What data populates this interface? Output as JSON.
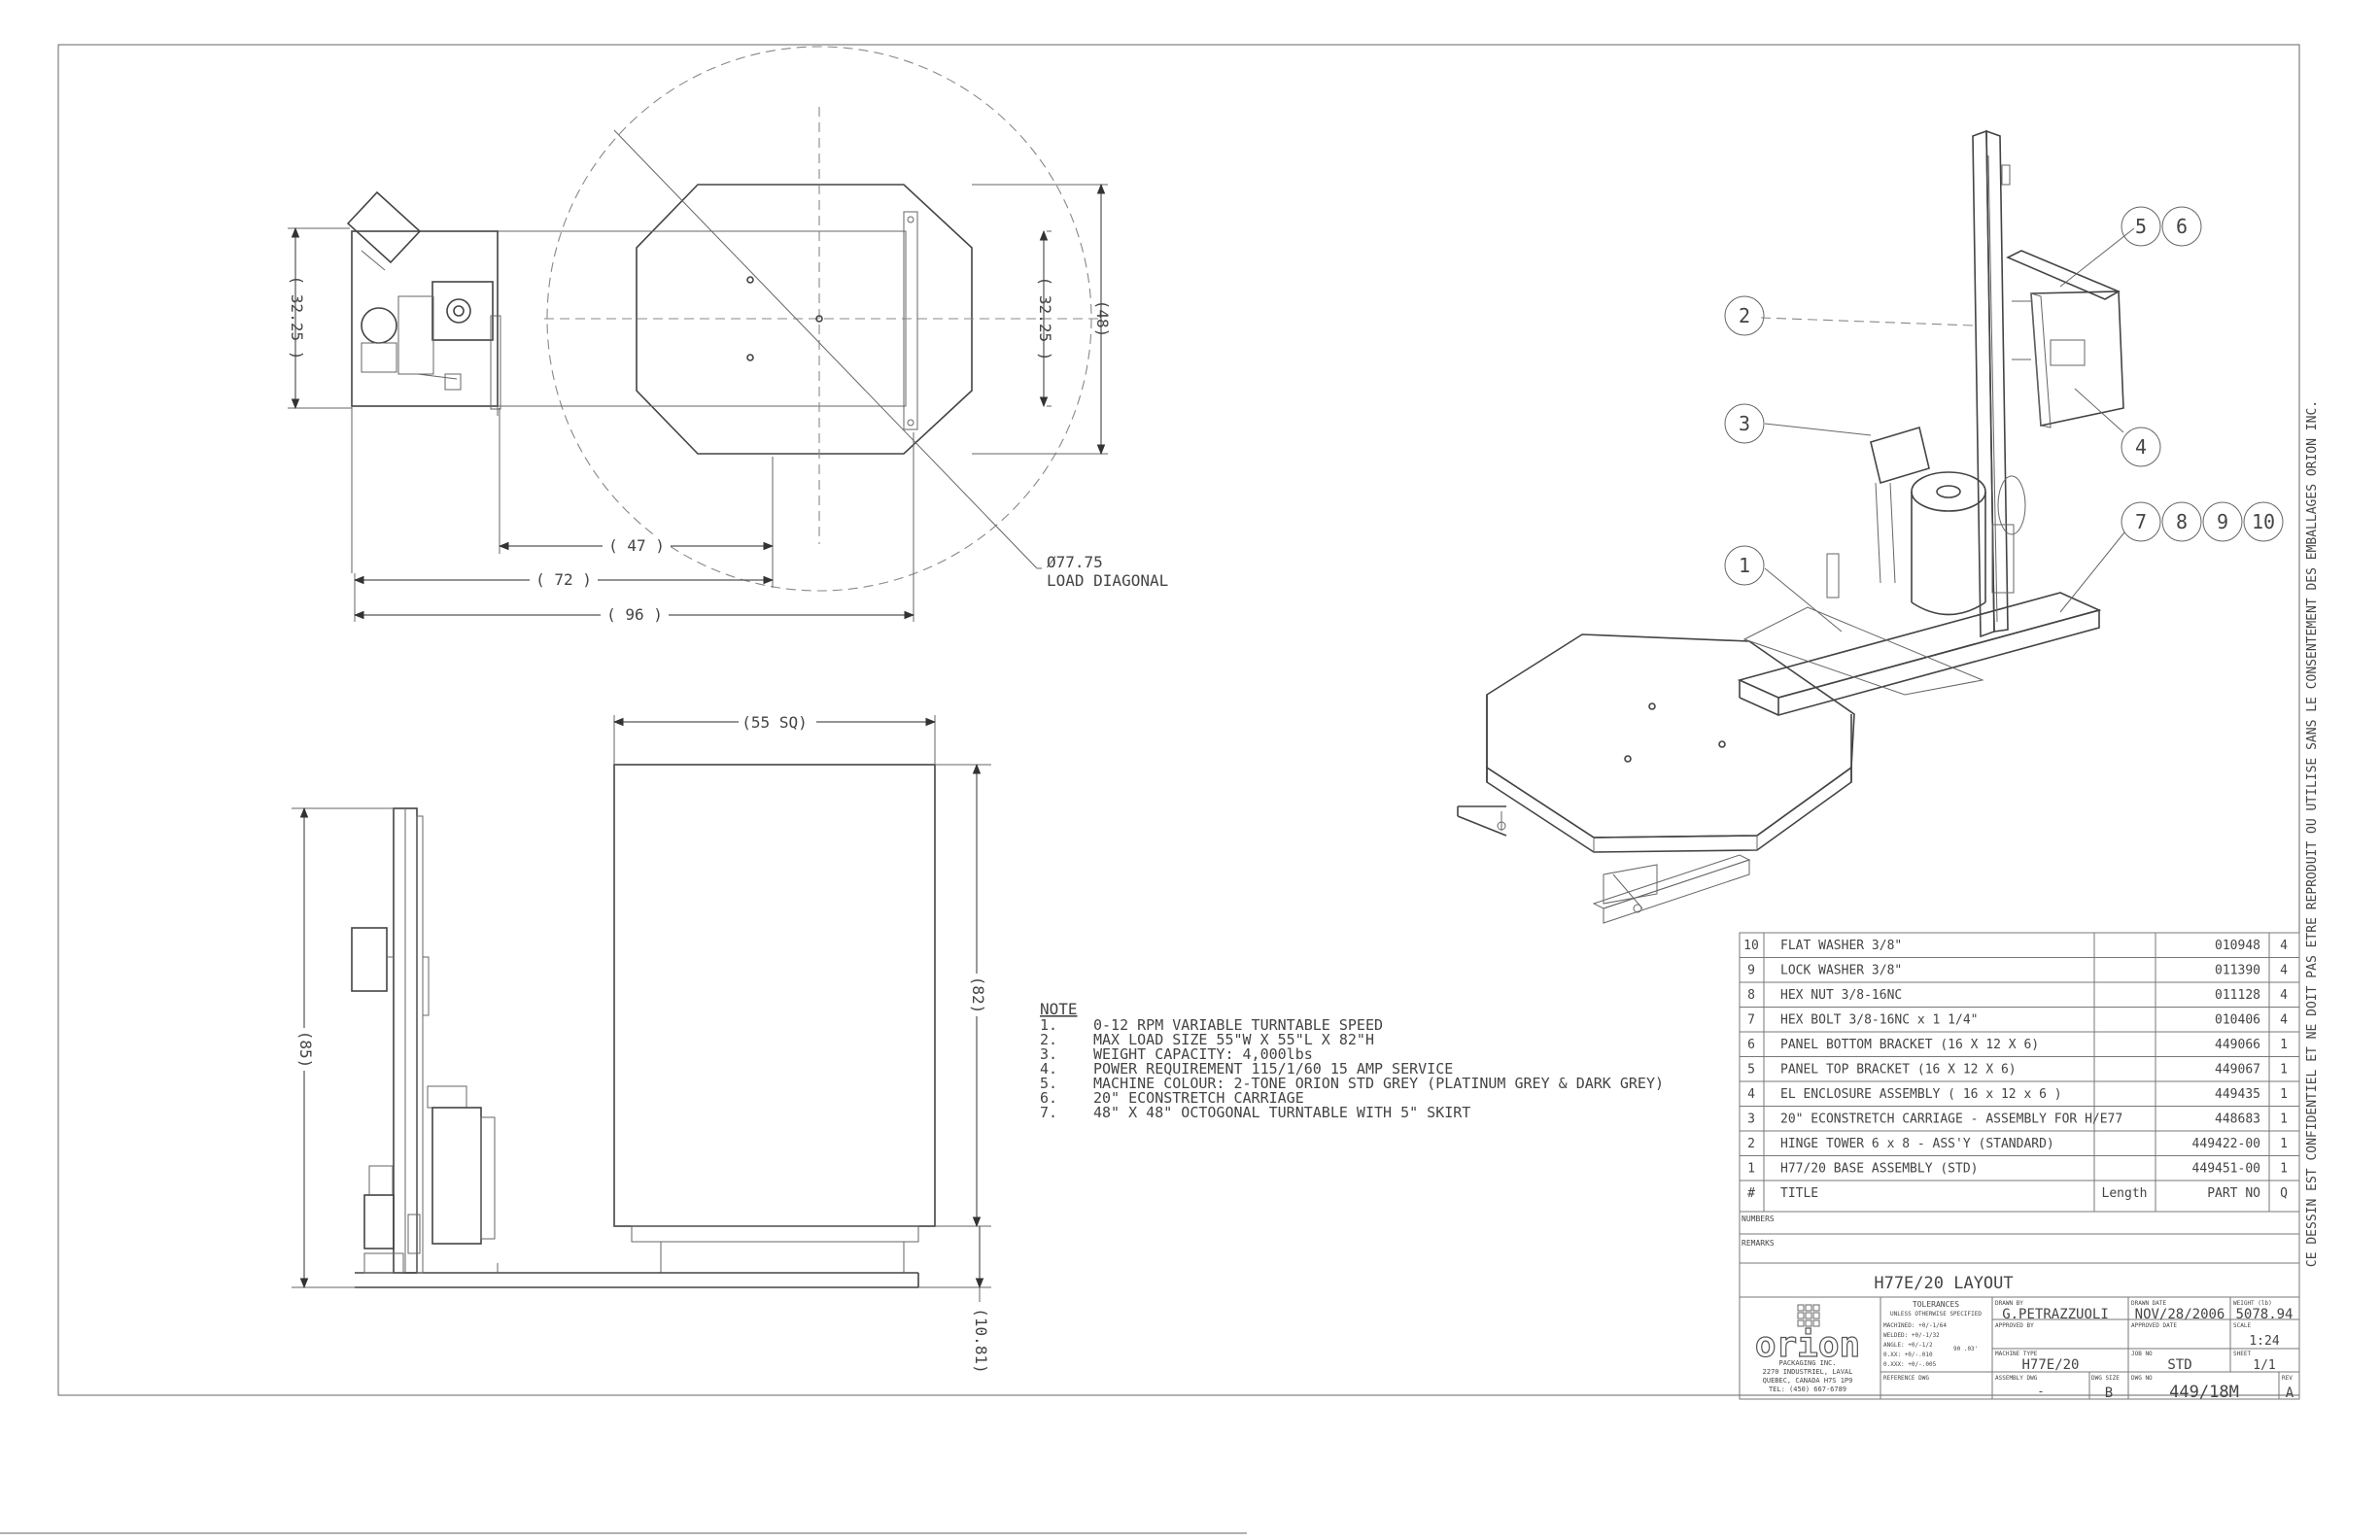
{
  "top_view": {
    "dim_height_left": "( 32.25 )",
    "dim_height_mid": "( 32.25 )",
    "dim_height_right": "(48)",
    "dim_47": "( 47 )",
    "dim_72": "( 72 )",
    "dim_96": "( 96 )",
    "diag_value": "Ø77.75",
    "diag_label": "LOAD DIAGONAL"
  },
  "side_view": {
    "dim_55sq": "(55 SQ)",
    "dim_85": "(85)",
    "dim_82": "(82)",
    "dim_1081": "(10.81)"
  },
  "notes": {
    "heading": "NOTE",
    "items": [
      {
        "num": "1.",
        "text": "0-12 RPM VARIABLE TURNTABLE SPEED"
      },
      {
        "num": "2.",
        "text": "MAX LOAD SIZE 55\"W X 55\"L X 82\"H"
      },
      {
        "num": "3.",
        "text": "WEIGHT CAPACITY: 4,000lbs"
      },
      {
        "num": "4.",
        "text": "POWER REQUIREMENT 115/1/60 15 AMP SERVICE"
      },
      {
        "num": "5.",
        "text": "MACHINE COLOUR: 2-TONE ORION STD GREY (PLATINUM GREY & DARK GREY)"
      },
      {
        "num": "6.",
        "text": "20\" ECONSTRETCH CARRIAGE"
      },
      {
        "num": "7.",
        "text": "48\" X 48\" OCTOGONAL TURNTABLE WITH 5\" SKIRT"
      }
    ]
  },
  "balloons": [
    "1",
    "2",
    "3",
    "4",
    "5",
    "6",
    "7",
    "8",
    "9",
    "10"
  ],
  "bom": {
    "rows": [
      {
        "item": "10",
        "title": "FLAT WASHER 3/8\"",
        "length": "",
        "part": "010948",
        "qty": "4"
      },
      {
        "item": "9",
        "title": "LOCK WASHER 3/8\"",
        "length": "",
        "part": "011390",
        "qty": "4"
      },
      {
        "item": "8",
        "title": "HEX NUT 3/8-16NC",
        "length": "",
        "part": "011128",
        "qty": "4"
      },
      {
        "item": "7",
        "title": "HEX BOLT 3/8-16NC x 1 1/4\"",
        "length": "",
        "part": "010406",
        "qty": "4"
      },
      {
        "item": "6",
        "title": "PANEL BOTTOM BRACKET (16 X 12 X 6)",
        "length": "",
        "part": "449066",
        "qty": "1"
      },
      {
        "item": "5",
        "title": "PANEL TOP BRACKET (16 X 12 X 6)",
        "length": "",
        "part": "449067",
        "qty": "1"
      },
      {
        "item": "4",
        "title": "EL ENCLOSURE ASSEMBLY ( 16 x 12 x 6 )",
        "length": "",
        "part": "449435",
        "qty": "1"
      },
      {
        "item": "3",
        "title": "20\" ECONSTRETCH CARRIAGE - ASSEMBLY FOR H/E77",
        "length": "",
        "part": "448683",
        "qty": "1"
      },
      {
        "item": "2",
        "title": "HINGE TOWER 6 x 8 - ASS'Y (STANDARD)",
        "length": "",
        "part": "449422-00",
        "qty": "1"
      },
      {
        "item": "1",
        "title": "H77/20 BASE ASSEMBLY (STD)",
        "length": "",
        "part": "449451-00",
        "qty": "1"
      }
    ],
    "header": {
      "item": "#",
      "title": "TITLE",
      "length": "Length",
      "part": "PART NO",
      "qty": "Q"
    }
  },
  "title_block": {
    "numbers_label": "NUMBERS",
    "remarks_label": "REMARKS",
    "drawing_title": "H77E/20 LAYOUT",
    "logo_text": "orion",
    "company_line1": "PACKAGING INC.",
    "company_line2": "2270 INDUSTRIEL, LAVAL",
    "company_line3": "QUEBEC, CANADA H7S 1P9",
    "company_line4": "TEL: (450) 667-6789",
    "tolerances_heading": "TOLERANCES",
    "tolerances_sub": "UNLESS OTHERWISE SPECIFIED",
    "tol_1": "MACHINED: +0/-1/64",
    "tol_2": "WELDED: +0/-1/32",
    "tol_3": "ANGLE: +0/-1/2",
    "tol_4": "0.XX: +0/-.010",
    "tol_5": "0.XXX: +0/-.005",
    "tol_angle": "90  .03'",
    "drawn_by_label": "DRAWN BY",
    "drawn_by": "G.PETRAZZUOLI",
    "drawn_date_label": "DRAWN DATE",
    "drawn_date": "NOV/28/2006",
    "weight_label": "WEIGHT (lb)",
    "weight": "5078.94",
    "approved_by_label": "APPROVED BY",
    "approved_date_label": "APPROVED DATE",
    "scale_label": "SCALE",
    "scale": "1:24",
    "machine_type_label": "MACHINE TYPE",
    "machine_type": "H77E/20",
    "job_label": "JOB NO",
    "job": "STD",
    "sheet_label": "SHEET",
    "sheet": "1/1",
    "reference_label": "REFERENCE DWG",
    "assembly_label": "ASSEMBLY DWG",
    "assembly": "-",
    "dwg_size_label": "DWG SIZE",
    "dwg_size": "B",
    "dwg_no_label": "DWG NO",
    "dwg_no": "449/18M",
    "rev_label": "REV",
    "rev": "A"
  },
  "side_legend": "CE DESSIN EST CONFIDENTIEL ET NE DOIT PAS ETRE REPRODUIT OU UTILISE SANS LE CONSENTEMENT DES EMBALLAGES ORION INC."
}
